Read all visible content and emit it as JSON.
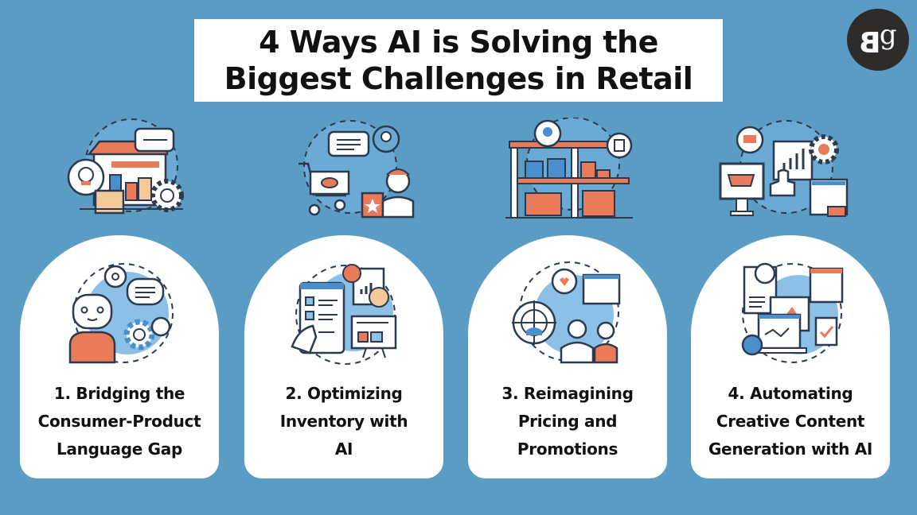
{
  "header": {
    "title_lines": [
      "4 Ways AI is Solving the",
      "Biggest Challenges in Retail"
    ]
  },
  "logo": {
    "letters": [
      "B",
      "g"
    ]
  },
  "colors": {
    "background": "#5a9cc3",
    "card": "#ffffff",
    "accent_orange": "#e97b5a",
    "accent_blue": "#4a8fcb",
    "light_blue": "#8cc0e6",
    "outline": "#2b3a4f"
  },
  "top_icons": [
    {
      "name": "store-support-icon"
    },
    {
      "name": "shopping-assistant-icon"
    },
    {
      "name": "warehouse-shelves-icon"
    },
    {
      "name": "ecommerce-analytics-icon"
    }
  ],
  "cards": [
    {
      "illustration": "chatbot-icon",
      "title_lines": [
        "1. Bridging the",
        "Consumer-Product",
        "Language Gap"
      ]
    },
    {
      "illustration": "inventory-checklist-icon",
      "title_lines": [
        "2. Optimizing",
        "Inventory with",
        "AI"
      ]
    },
    {
      "illustration": "targeting-pricing-icon",
      "title_lines": [
        "3. Reimagining",
        "Pricing and",
        "Promotions"
      ]
    },
    {
      "illustration": "content-generation-icon",
      "title_lines": [
        "4. Automating",
        "Creative Content",
        "Generation with AI"
      ]
    }
  ]
}
